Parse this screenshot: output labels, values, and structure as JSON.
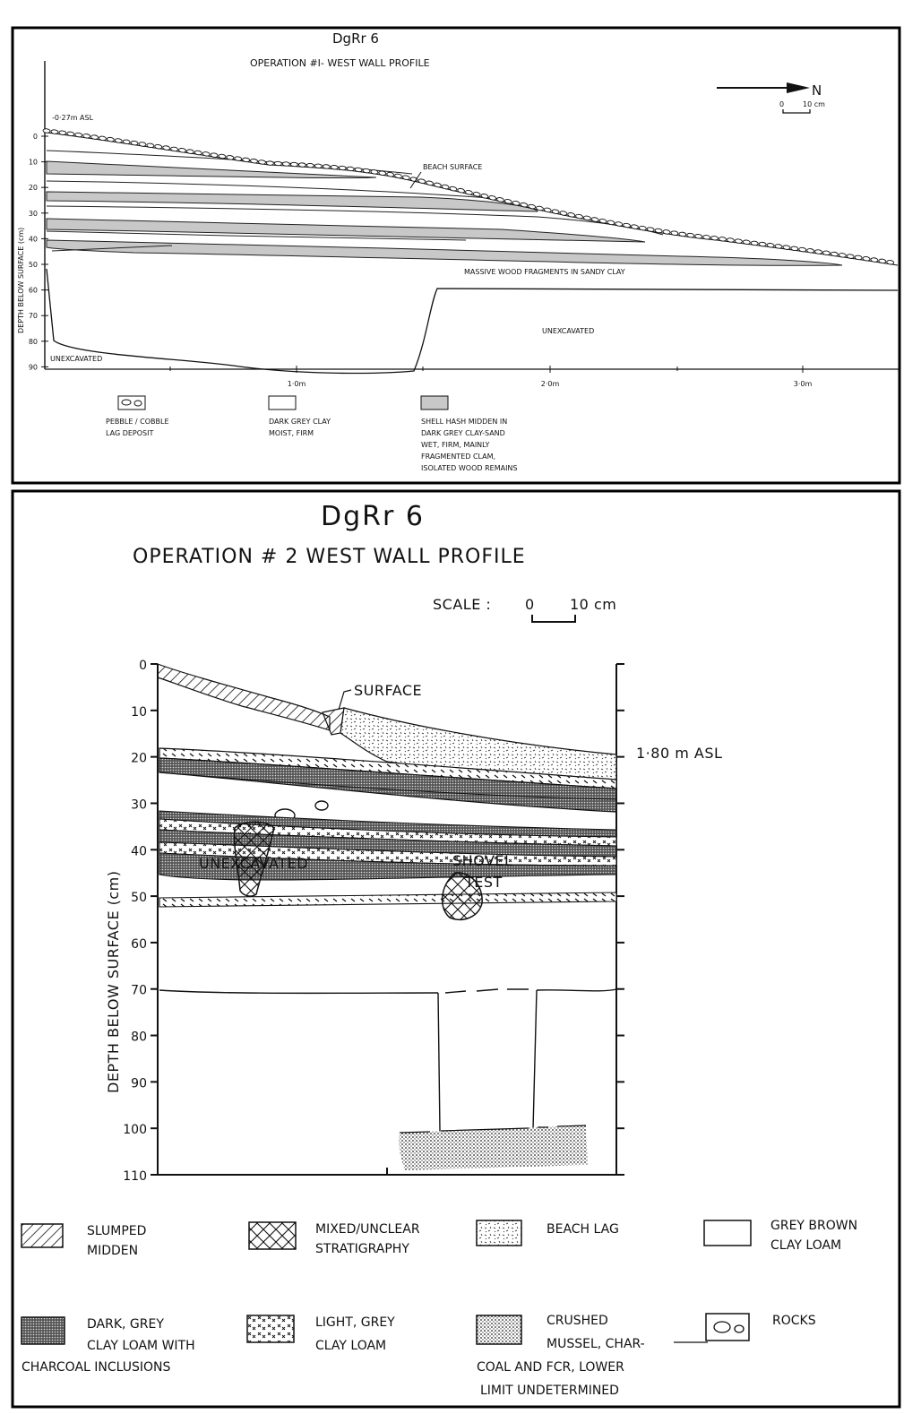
{
  "panel1": {
    "site": "DgRr 6",
    "title": "OPERATION #I-  WEST  WALL  PROFILE",
    "north_label": "N",
    "scale_label_0": "0",
    "scale_label_10": "10 cm",
    "asl": "-0·27m ASL",
    "yaxis_label": "DEPTH  BELOW  SURFACE  (cm)",
    "y_ticks": [
      "0",
      "10",
      "20",
      "30",
      "40",
      "50",
      "60",
      "70",
      "80",
      "90"
    ],
    "x_ticks": [
      "1·0m",
      "2·0m",
      "3·0m"
    ],
    "beach_surface": "BEACH  SURFACE",
    "wood": "MASSIVE  WOOD  FRAGMENTS  IN  SANDY  CLAY",
    "unexcavated_left": "UNEXCAVATED",
    "unexcavated_right": "UNEXCAVATED",
    "legend": [
      {
        "lines": [
          "PEBBLE / COBBLE",
          "LAG  DEPOSIT"
        ]
      },
      {
        "lines": [
          "DARK  GREY  CLAY",
          "MOIST,  FIRM"
        ]
      },
      {
        "lines": [
          "SHELL  HASH  MIDDEN  IN",
          "DARK  GREY  CLAY-SAND",
          "WET,  FIRM,  MAINLY",
          "FRAGMENTED  CLAM,",
          "ISOLATED  WOOD  REMAINS"
        ]
      }
    ]
  },
  "panel2": {
    "site": "DgRr  6",
    "title": "OPERATION  #  2    WEST    WALL    PROFILE",
    "scale_prefix": "SCALE :",
    "scale_0": "0",
    "scale_10": "10 cm",
    "asl": "1·80  m  ASL",
    "surface": "SURFACE",
    "yaxis_label": "DEPTH   BELOW   SURFACE   (cm)",
    "y_ticks": [
      "0",
      "10",
      "20",
      "30",
      "40",
      "50",
      "60",
      "70",
      "80",
      "90",
      "100",
      "110"
    ],
    "unexcavated": "UNEXCAVATED",
    "shovel_1": "SHOVEL",
    "shovel_2": "TEST",
    "legend": [
      {
        "lines": [
          "SLUMPED",
          "MIDDEN"
        ]
      },
      {
        "lines": [
          "MIXED/UNCLEAR",
          "STRATIGRAPHY"
        ]
      },
      {
        "lines": [
          "BEACH  LAG"
        ]
      },
      {
        "lines": [
          "GREY  BROWN",
          "CLAY  LOAM"
        ]
      },
      {
        "lines": [
          "DARK,  GREY",
          "CLAY  LOAM  WITH",
          "CHARCOAL  INCLUSIONS"
        ]
      },
      {
        "lines": [
          "LIGHT,  GREY",
          "CLAY  LOAM"
        ]
      },
      {
        "lines": [
          "CRUSHED",
          "MUSSEL,  CHAR-",
          "COAL  AND  FCR,  LOWER",
          "LIMIT  UNDETERMINED"
        ]
      },
      {
        "lines": [
          "ROCKS"
        ]
      }
    ]
  }
}
